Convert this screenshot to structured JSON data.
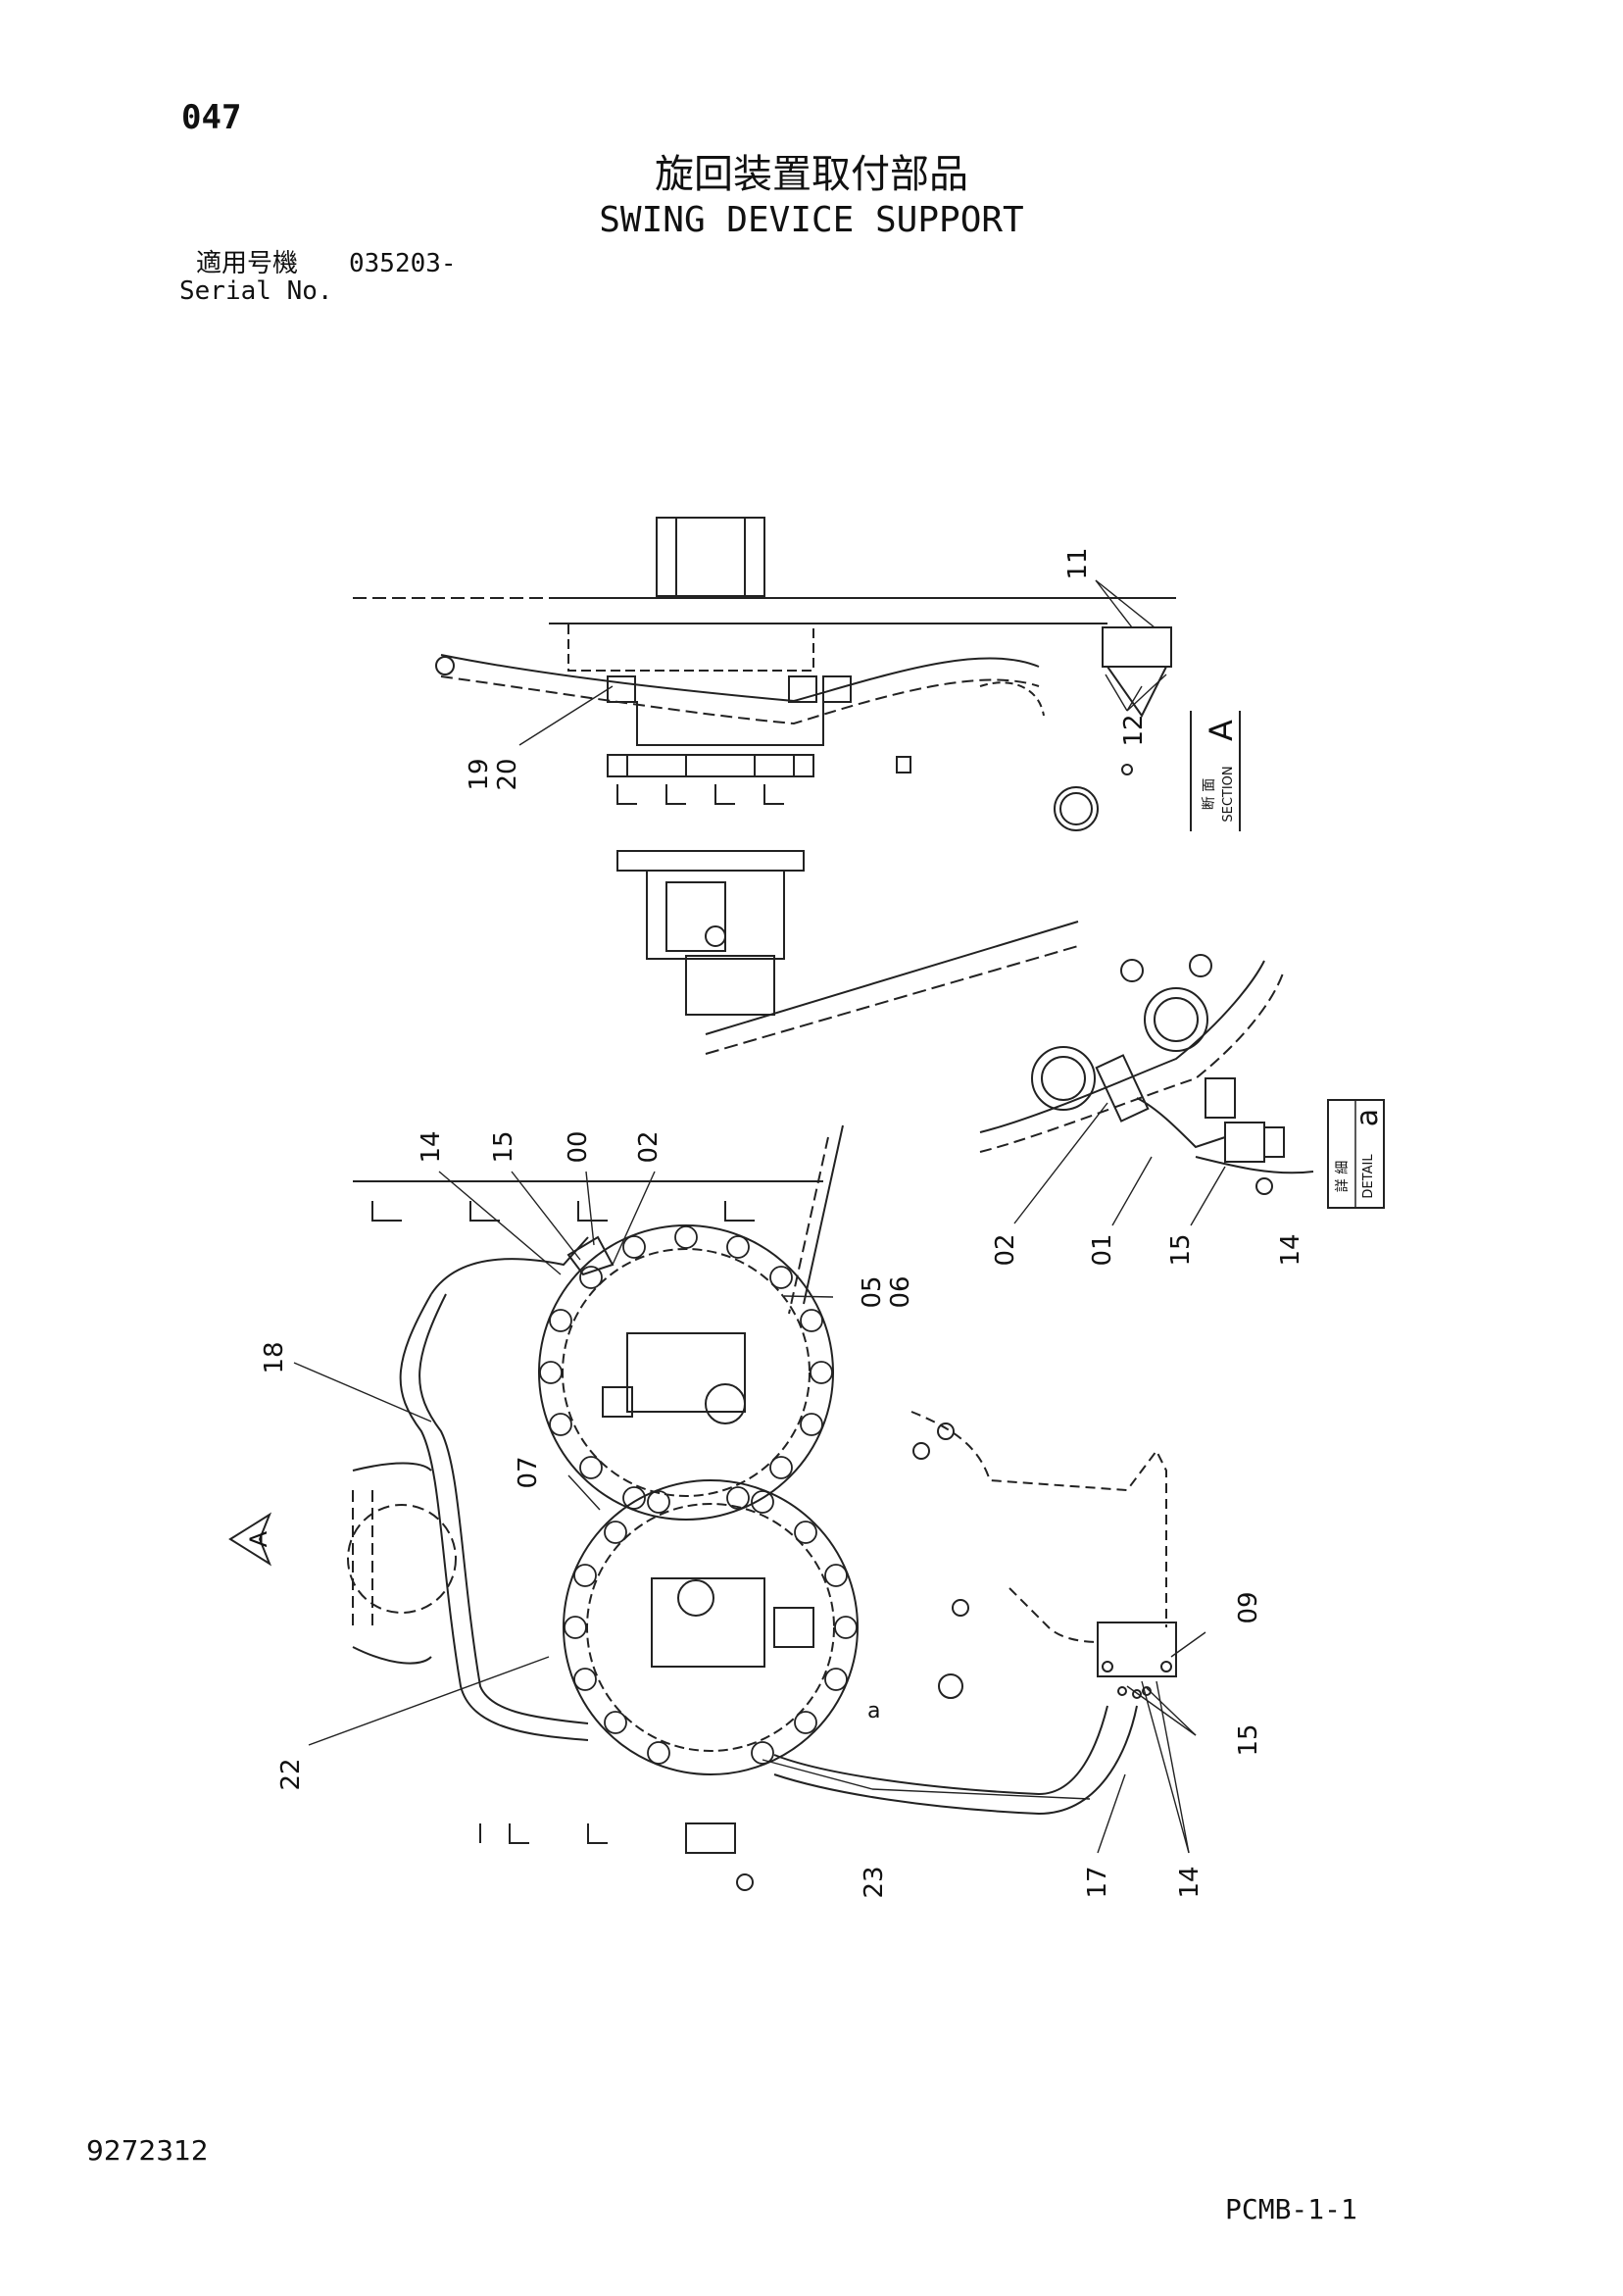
{
  "header": {
    "page_number": "047",
    "title_jp": "旋回装置取付部品",
    "title_en": "SWING DEVICE SUPPORT",
    "serial_label_jp": "適用号機",
    "serial_value": "035203-",
    "serial_label_en": "Serial No."
  },
  "section_box": {
    "letter": "A",
    "label_jp": "断 面",
    "label_en": "SECTION"
  },
  "detail_box": {
    "letter": "a",
    "label_jp": "詳 細",
    "label_en": "DETAIL"
  },
  "view_markers": {
    "view_arrow": "A",
    "detail_ref": "a"
  },
  "callouts": [
    "11",
    "12",
    "19",
    "20",
    "14",
    "15",
    "00",
    "02",
    "01",
    "05",
    "06",
    "07",
    "18",
    "09",
    "22",
    "23",
    "17"
  ],
  "footer": {
    "drawing_number": "9272312",
    "page_code": "PCMB-1-1"
  }
}
